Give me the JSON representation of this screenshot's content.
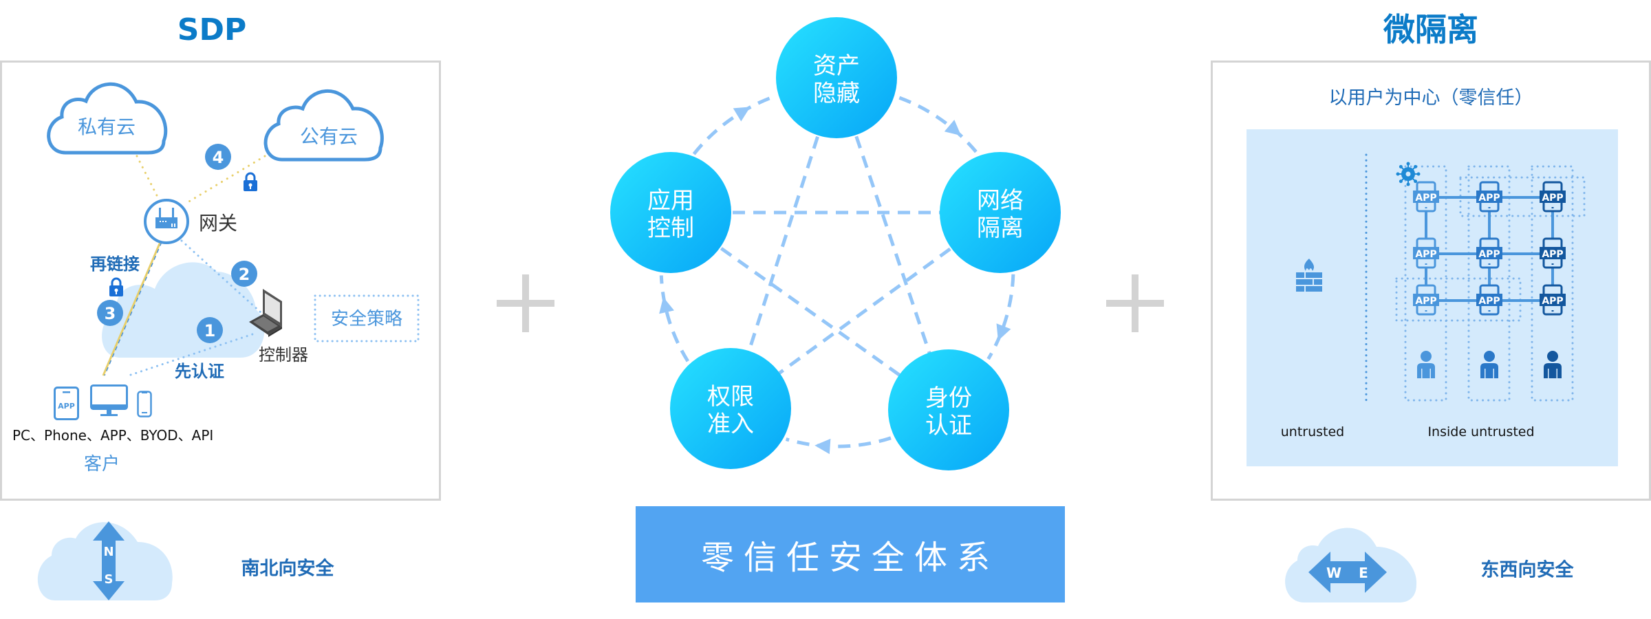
{
  "sdp": {
    "title": "SDP",
    "private_cloud": "私有云",
    "public_cloud": "公有云",
    "gateway_label": "网关",
    "reconnect_label": "再链接",
    "controller_label": "控制器",
    "policy_label": "安全策略",
    "auth_first_label": "先认证",
    "devices_label": "PC、Phone、APP、BYOD、API",
    "client_label": "客户",
    "app_icon_text": "APP",
    "steps": [
      "1",
      "2",
      "3",
      "4"
    ],
    "bottom": {
      "arrow_top": "N",
      "arrow_bottom": "S",
      "label": "南北向安全"
    }
  },
  "center": {
    "nodes": [
      {
        "line1": "资产",
        "line2": "隐藏"
      },
      {
        "line1": "网络",
        "line2": "隔离"
      },
      {
        "line1": "身份",
        "line2": "认证"
      },
      {
        "line1": "权限",
        "line2": "准入"
      },
      {
        "line1": "应用",
        "line2": "控制"
      }
    ],
    "banner": "零信任安全体系"
  },
  "micro": {
    "title": "微隔离",
    "subtitle": "以用户为中心（零信任）",
    "app_text": "APP",
    "untrusted_label": "untrusted",
    "inside_label": "Inside untrusted",
    "bottom": {
      "arrow_left": "W",
      "arrow_right": "E",
      "label": "东西向安全"
    }
  },
  "colors": {
    "title_blue": "#0b7bc8",
    "accent_blue": "#4a96dc",
    "node_gradient_start": "#27e1ff",
    "node_gradient_end": "#07a6f7",
    "banner_blue": "#52a4f2",
    "light_blue_bg": "#d4eafc",
    "dashed_line": "#94c6f8"
  }
}
